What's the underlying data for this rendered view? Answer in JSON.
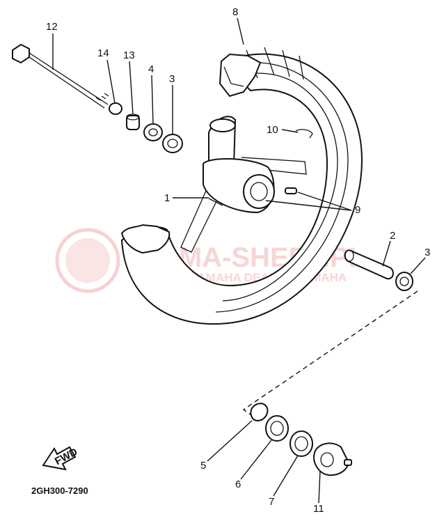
{
  "diagram": {
    "catalog_code": "2GH300-7290",
    "fwd_label": "FWD",
    "watermark": {
      "title": "YAMA-SHEEP.PL",
      "subtitle": "WORLD YAMAHA DEALER YAMAHA"
    },
    "callouts": [
      {
        "id": "c12",
        "label": "12"
      },
      {
        "id": "c14",
        "label": "14"
      },
      {
        "id": "c13",
        "label": "13"
      },
      {
        "id": "c4",
        "label": "4"
      },
      {
        "id": "c3a",
        "label": "3"
      },
      {
        "id": "c8",
        "label": "8"
      },
      {
        "id": "c10",
        "label": "10"
      },
      {
        "id": "c1",
        "label": "1"
      },
      {
        "id": "c9",
        "label": "9"
      },
      {
        "id": "c2",
        "label": "2"
      },
      {
        "id": "c3b",
        "label": "3"
      },
      {
        "id": "c5",
        "label": "5"
      },
      {
        "id": "c6",
        "label": "6"
      },
      {
        "id": "c7",
        "label": "7"
      },
      {
        "id": "c11",
        "label": "11"
      }
    ]
  }
}
